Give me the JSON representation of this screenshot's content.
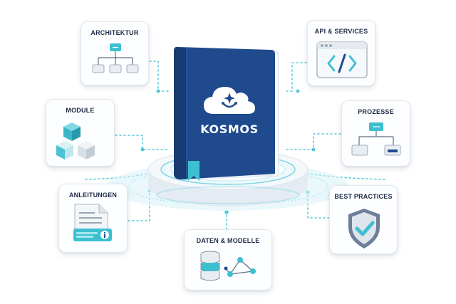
{
  "book": {
    "title": "KOSMOS"
  },
  "cards": {
    "architektur": "ARCHITEKTUR",
    "module": "MODULE",
    "anleitungen": "ANLEITUNGEN",
    "daten": "DATEN & MODELLE",
    "api": "API & SERVICES",
    "prozesse": "PROZESSE",
    "best_practices": "BEST PRACTICES"
  },
  "colors": {
    "book_blue": "#1f4a8e",
    "accent_teal": "#3cc0d0",
    "card_border": "#e2e8ef",
    "label_text": "#1d2b46"
  },
  "icons": {
    "architektur": "hierarchy-diagram-icon",
    "module": "cubes-icon",
    "anleitungen": "document-info-icon",
    "daten": "database-network-icon",
    "api": "code-window-icon",
    "prozesse": "flow-diagram-icon",
    "best_practices": "shield-check-icon",
    "book": "cloud-logo-icon"
  }
}
